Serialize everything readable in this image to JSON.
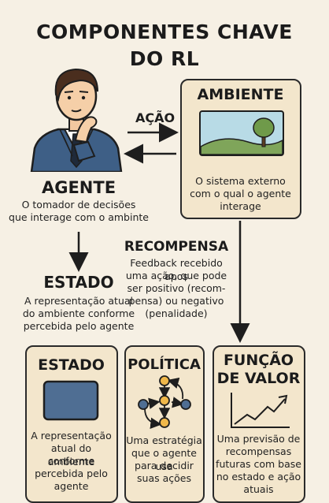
{
  "title": {
    "line1": "COMPONENTES CHAVE",
    "line2": "DO RL"
  },
  "agent": {
    "label": "AGENTE",
    "desc1": "O tomador de decisões",
    "desc2": "que interage com o ambinte"
  },
  "environment": {
    "label": "AMBIENTE",
    "desc1": "O sistema externo",
    "desc2": "com o qual o agente",
    "desc3": "interage"
  },
  "action": {
    "label": "AÇÃO"
  },
  "reward": {
    "label": "RECOMPENSA",
    "desc1": "Feedback recebido apos",
    "desc2": "uma ação, que pode",
    "desc3": "ser positivo (recom-",
    "desc4": "pensa) ou negativo",
    "desc5": "(penalidade)"
  },
  "state_mid": {
    "label": "ESTADO",
    "desc1": "A representação atual",
    "desc2": "do ambiente conforme",
    "desc3": "percebida pelo agente"
  },
  "cards": {
    "state": {
      "label": "ESTADO",
      "desc1": "A representação",
      "desc2": "atual do ambiente",
      "desc3": "conforme",
      "desc4": "percebida pelo",
      "desc5": "agente"
    },
    "policy": {
      "label": "POLÍTICA",
      "desc1": "Uma estratégia",
      "desc2": "que o agente usa",
      "desc3": "para decidir",
      "desc4": "suas ações"
    },
    "value": {
      "label1": "FUNÇÃO",
      "label2": "DE VALOR",
      "desc1": "Uma previsão de",
      "desc2": "recompensas",
      "desc3": "futuras com base",
      "desc4": "no estado e ação",
      "desc5": "atuais"
    }
  },
  "colors": {
    "background": "#f6f0e4",
    "card": "#f3e6cc",
    "border": "#2a2a2a",
    "suit": "#3e5f86",
    "state_square": "#4f6e93",
    "node_orange": "#f0b84a",
    "node_blue": "#4f6e93",
    "sky": "#b8dbe6",
    "grass": "#7fa55a"
  },
  "icons": {
    "agent": "businessman-thinking-icon",
    "environment": "landscape-tree-icon",
    "state": "square-screen-icon",
    "policy": "node-cycle-icon",
    "value": "line-chart-arrow-icon"
  }
}
